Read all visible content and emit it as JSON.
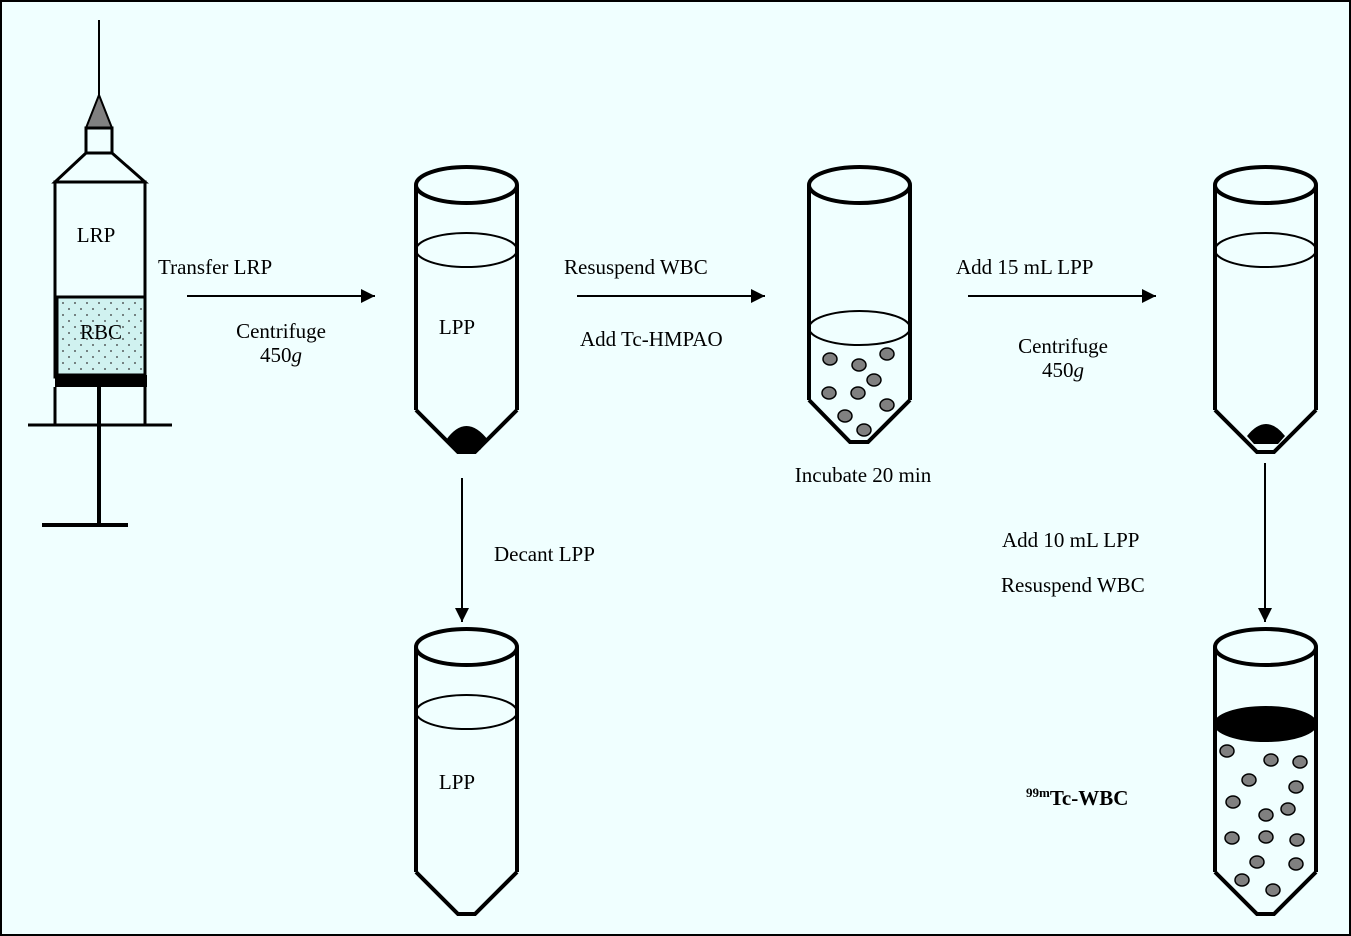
{
  "colors": {
    "background": "#f0ffff",
    "frame": "#000000",
    "cell_fill": "#808080",
    "rbc_fill": "#d0f2f0",
    "needle_tip": "#808080"
  },
  "labels": {
    "syringe_lrp": "LRP",
    "syringe_rbc": "RBC",
    "step1_top": "Transfer LRP",
    "step1_bottom_line1": "Centrifuge",
    "step1_bottom_num": "450",
    "step1_bottom_unit": "g",
    "tube1_content": "LPP",
    "step2_top": "Resuspend WBC",
    "step2_bottom": "Add Tc-HMPAO",
    "tube2_caption": "Incubate 20 min",
    "step3_top": "Add 15 mL LPP",
    "step3_bottom_line1": "Centrifuge",
    "step3_bottom_num": "450",
    "step3_bottom_unit": "g",
    "down1": "Decant LPP",
    "tube4_content": "LPP",
    "down2_line1": "Add 10 mL LPP",
    "down2_line2": "Resuspend WBC",
    "product_sup": "99m",
    "product_main": "Tc-WBC"
  }
}
